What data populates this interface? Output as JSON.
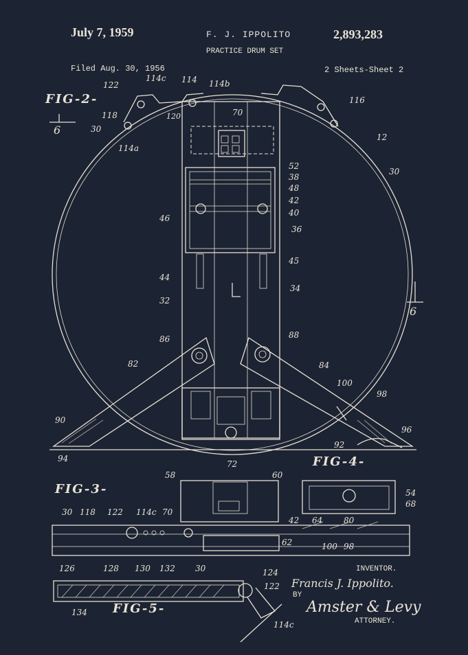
{
  "header": {
    "date": "July 7, 1959",
    "inventor_name": "F. J. IPPOLITO",
    "patent_number": "2,893,283",
    "title": "PRACTICE DRUM SET",
    "filed": "Filed Aug. 30, 1956",
    "sheets": "2 Sheets-Sheet 2"
  },
  "figures": {
    "fig2": "FIG-2-",
    "fig3": "FIG-3-",
    "fig4": "FIG-4-",
    "fig5": "FIG-5-"
  },
  "section_marks": {
    "left": "6",
    "right": "6"
  },
  "labels": {
    "l122": "122",
    "l114c": "114c",
    "l114": "114",
    "l114b": "114b",
    "l116": "116",
    "l118": "118",
    "l120": "120",
    "l70": "70",
    "l12": "12",
    "l30a": "30",
    "l30b": "30",
    "l114a": "114a",
    "l52": "52",
    "l38": "38",
    "l48": "48",
    "l42": "42",
    "l40": "40",
    "l46": "46",
    "l36": "36",
    "l45": "45",
    "l44": "44",
    "l34": "34",
    "l32": "32",
    "l86": "86",
    "l88": "88",
    "l82": "82",
    "l84": "84",
    "l100": "100",
    "l98": "98",
    "l90": "90",
    "l94": "94",
    "l92": "92",
    "l96": "96",
    "l72": "72",
    "l58": "58",
    "l60": "60",
    "l54": "54",
    "l68": "68",
    "l30c": "30",
    "l118b": "118",
    "l122b": "122",
    "l114cb": "114c",
    "l70b": "70",
    "l42b": "42",
    "l64": "64",
    "l80": "80",
    "l62": "62",
    "l100b": "100",
    "l98b": "98",
    "l126": "126",
    "l128": "128",
    "l130": "130",
    "l132": "132",
    "l30d": "30",
    "l124": "124",
    "l122c": "122",
    "l134": "134",
    "l114cc": "114c"
  },
  "signature": {
    "inventor_caption": "INVENTOR.",
    "inventor": "Francis J. Ippolito.",
    "by": "BY",
    "attorney_sig": "Amster & Levy",
    "attorney_caption": "ATTORNEY."
  }
}
